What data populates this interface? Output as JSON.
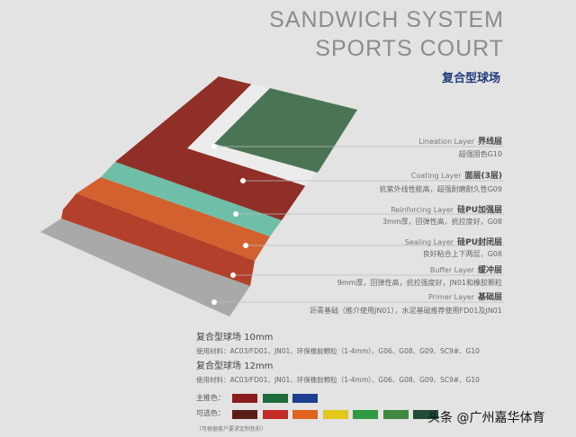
{
  "header": {
    "title_line1": "SANDWICH SYSTEM",
    "title_line2": "SPORTS COURT",
    "subtitle": "复合型球场"
  },
  "layers": [
    {
      "name": "Lineation Layer",
      "cn": "界线层",
      "desc": "超强固色G10"
    },
    {
      "name": "Coating Layer",
      "cn": "面层(3层)",
      "desc": "抗紫外线性能高，超强耐磨耐久性G09"
    },
    {
      "name": "Reinforcing Layer",
      "cn": "硅PU加强层",
      "desc": "3mm厚，回弹性高，抗拉度好，G08"
    },
    {
      "name": "Sealing Layer",
      "cn": "硅PU封闭层",
      "desc": "良好粘合上下两层，G08"
    },
    {
      "name": "Buffer Layer",
      "cn": "缓冲层",
      "desc": "9mm厚，回弹性高，抗拉强度好，JN01和橡胶颗粒"
    },
    {
      "name": "Primer Layer",
      "cn": "基础层",
      "desc": "沥青基础（推介使用JN01），水泥基础推荐使用FD01及JN01"
    }
  ],
  "specs": [
    {
      "title": "复合型球场 10mm",
      "materials": "使用材料：AC03/FD01、JN01、环保橡胶颗粒（1-4mm）、G06、G08、G09、SC9#、G10"
    },
    {
      "title": "复合型球场 12mm",
      "materials": "使用材料：AC03/FD01、JN01、环保橡胶颗粒（1-4mm）、G06、G08、G09、SC9#、G10"
    }
  ],
  "colors": {
    "main_label": "主推色：",
    "main": [
      "#8a1c1c",
      "#1d6b3a",
      "#1c3f8f"
    ],
    "optional_label": "可选色：",
    "optional": [
      "#5a1e18",
      "#c42a26",
      "#e0641e",
      "#e2c81a",
      "#2f9a3f",
      "#3f8a3f",
      "#234a36"
    ],
    "note": "（可根据客户要求定制色彩）"
  },
  "watermark": "头条 @广州嘉华体育"
}
